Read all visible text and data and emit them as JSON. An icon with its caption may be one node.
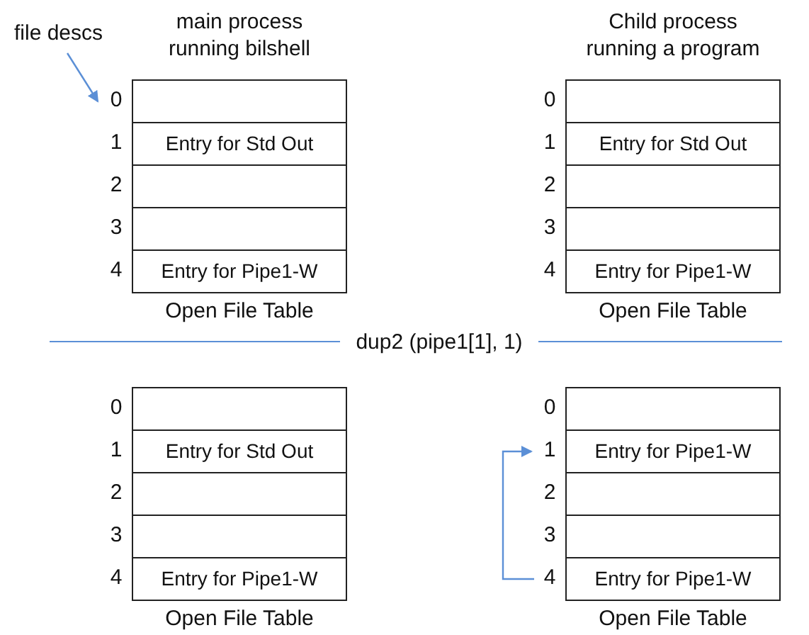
{
  "diagram": {
    "nodes": [
      {
        "text": [
          "file descs"
        ]
      },
      {
        "text": [
          "main process running bilshell"
        ],
        "beside": [
          "Open File Table"
        ]
      },
      {
        "text": [],
        "shape": "box",
        "in": 1,
        "beside": [
          "0"
        ]
      },
      {
        "text": [
          "Entry for Std Out"
        ],
        "in": 1,
        "beside": [
          "1"
        ]
      },
      {
        "text": [],
        "shape": "box",
        "in": 1,
        "beside": [
          "2"
        ]
      },
      {
        "text": [],
        "shape": "box",
        "in": 1,
        "beside": [
          "3"
        ]
      },
      {
        "text": [
          "Entry for Pipe1-W"
        ],
        "in": 1,
        "beside": [
          "4"
        ]
      },
      {
        "text": [
          "Child process running a program"
        ],
        "beside": [
          "Open File Table"
        ]
      },
      {
        "text": [],
        "shape": "box",
        "in": 7,
        "beside": [
          "0"
        ]
      },
      {
        "text": [
          "Entry for Std Out"
        ],
        "in": 7,
        "beside": [
          "1"
        ]
      },
      {
        "text": [],
        "shape": "box",
        "in": 7,
        "beside": [
          "2"
        ]
      },
      {
        "text": [],
        "shape": "box",
        "in": 7,
        "beside": [
          "3"
        ]
      },
      {
        "text": [
          "Entry for Pipe1-W"
        ],
        "in": 7,
        "beside": [
          "4"
        ]
      },
      {
        "text": [],
        "shape": "box",
        "beside": [
          "Open File Table"
        ]
      },
      {
        "text": [],
        "shape": "box",
        "in": 13,
        "beside": [
          "0"
        ]
      },
      {
        "text": [
          "Entry for Std Out"
        ],
        "in": 13,
        "beside": [
          "1"
        ]
      },
      {
        "text": [],
        "shape": "box",
        "in": 13,
        "beside": [
          "2"
        ]
      },
      {
        "text": [],
        "shape": "box",
        "in": 13,
        "beside": [
          "3"
        ]
      },
      {
        "text": [
          "Entry for Pipe1-W"
        ],
        "in": 13,
        "beside": [
          "4"
        ]
      },
      {
        "text": [],
        "shape": "box",
        "beside": [
          "Open File Table"
        ]
      },
      {
        "text": [],
        "shape": "box",
        "in": 19,
        "beside": [
          "0"
        ]
      },
      {
        "text": [
          "Entry for Pipe1-W"
        ],
        "in": 19,
        "beside": [
          "1"
        ]
      },
      {
        "text": [],
        "shape": "box",
        "in": 19,
        "beside": [
          "2"
        ]
      },
      {
        "text": [],
        "shape": "box",
        "in": 19,
        "beside": [
          "3"
        ]
      },
      {
        "text": [
          "Entry for Pipe1-W"
        ],
        "in": 19,
        "beside": [
          "4"
        ]
      }
    ],
    "edges": [
      {
        "from": 0,
        "to": 2,
        "arrow": "to"
      },
      {
        "from": 24,
        "to": 21,
        "arrow": "to"
      }
    ],
    "labels": [
      "dup2 (pipe1[1], 1)"
    ]
  }
}
